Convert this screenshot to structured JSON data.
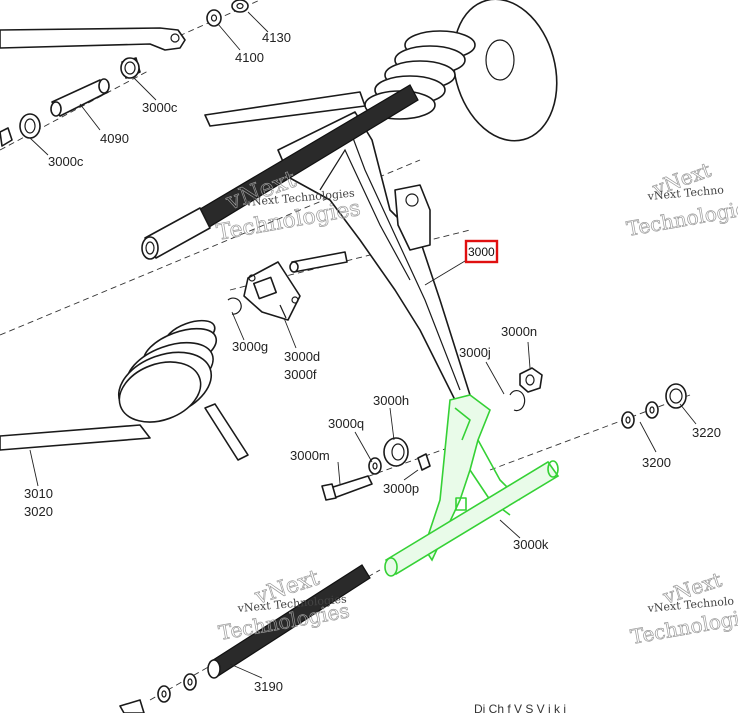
{
  "callouts": [
    {
      "id": "4130",
      "text": "4130"
    },
    {
      "id": "4100",
      "text": "4100"
    },
    {
      "id": "3000c_top",
      "text": "3000c"
    },
    {
      "id": "4090",
      "text": "4090"
    },
    {
      "id": "3000c_left",
      "text": "3000c"
    },
    {
      "id": "3000g",
      "text": "3000g"
    },
    {
      "id": "3000d",
      "text": "3000d"
    },
    {
      "id": "3000f",
      "text": "3000f"
    },
    {
      "id": "3000n",
      "text": "3000n"
    },
    {
      "id": "3000j",
      "text": "3000j"
    },
    {
      "id": "3000h",
      "text": "3000h"
    },
    {
      "id": "3000q",
      "text": "3000q"
    },
    {
      "id": "3000m",
      "text": "3000m"
    },
    {
      "id": "3000p",
      "text": "3000p"
    },
    {
      "id": "3220",
      "text": "3220"
    },
    {
      "id": "3200",
      "text": "3200"
    },
    {
      "id": "3000k",
      "text": "3000k"
    },
    {
      "id": "3010",
      "text": "3010"
    },
    {
      "id": "3020",
      "text": "3020"
    },
    {
      "id": "3190",
      "text": "3190"
    }
  ],
  "selected_callout": {
    "text": "3000"
  },
  "watermark": {
    "brand": "vNext",
    "line": "vNext Technologies",
    "big": "Technologies",
    "right_top": "vNext Techno",
    "right_bottom": "vNext Technolo"
  },
  "footer": {
    "text": "Di          Ch                   f   V  S  V  i  k  i"
  },
  "colors": {
    "highlight": "#35d135",
    "selection": "#e01010"
  }
}
